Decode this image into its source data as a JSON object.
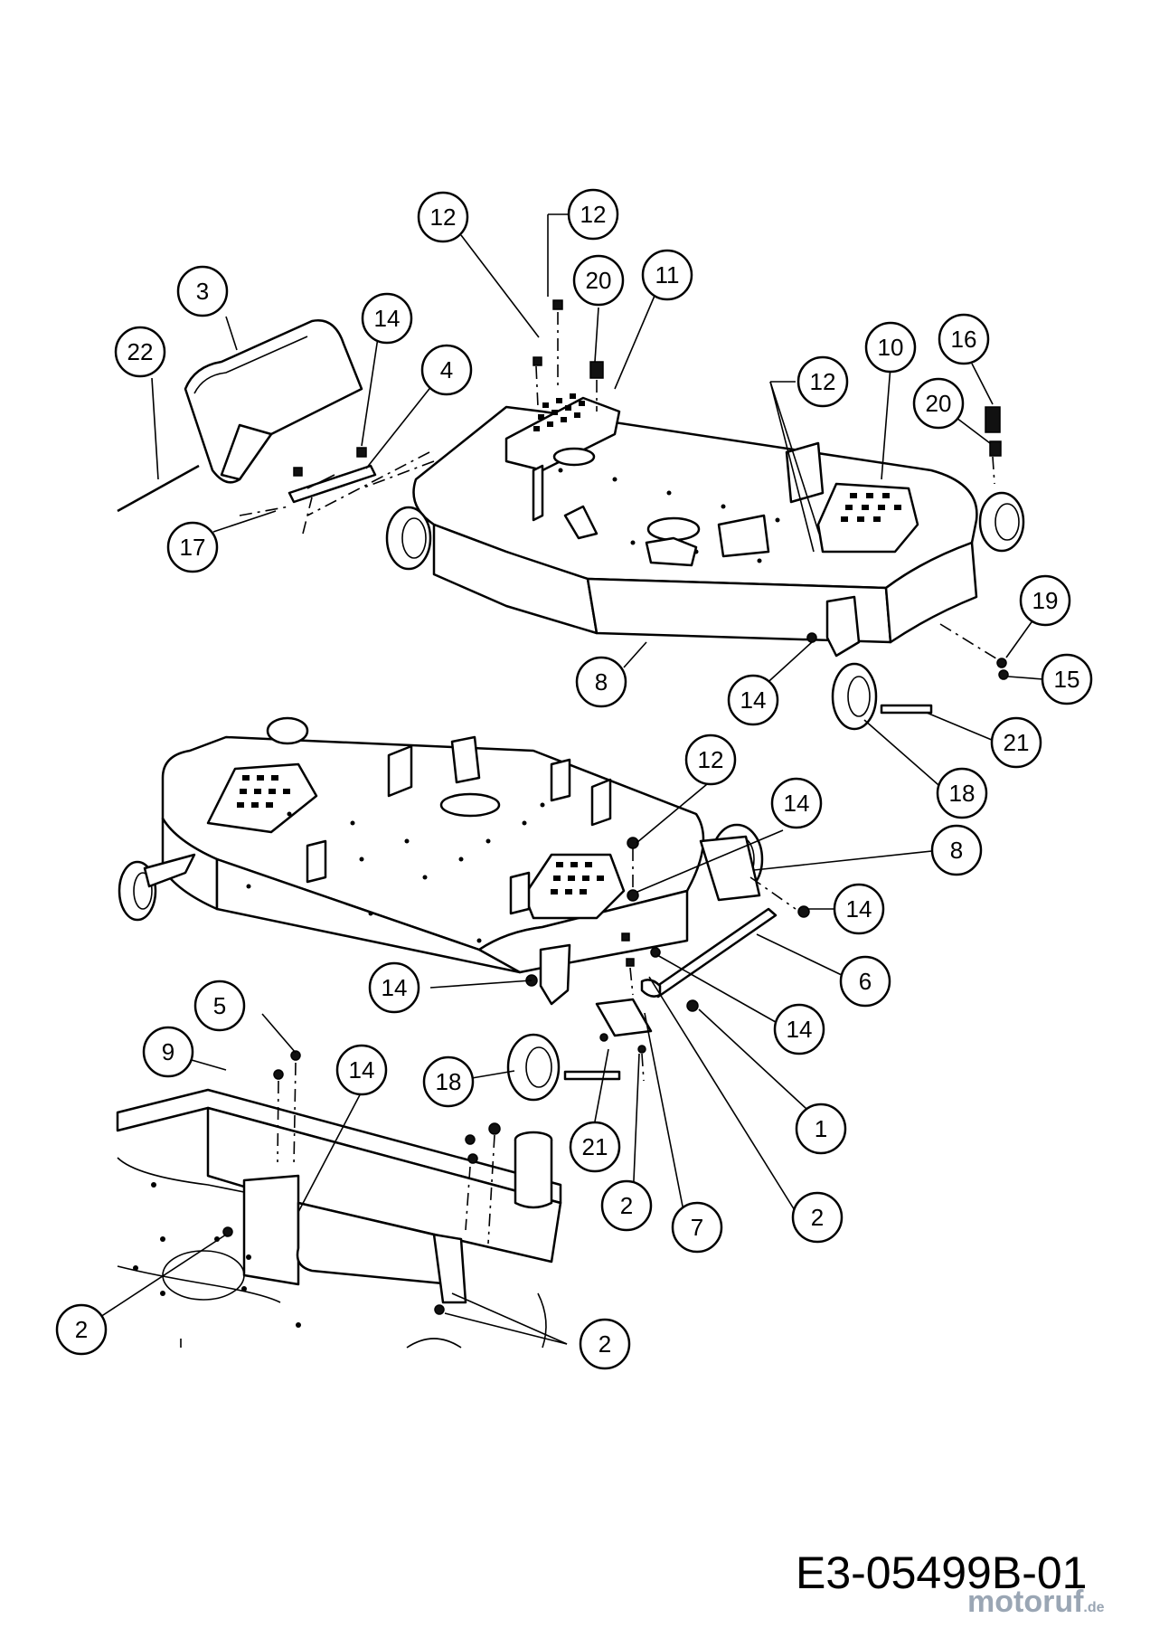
{
  "drawing_code": "E3-05499B-01",
  "watermark": {
    "brand": "motoruf",
    "suffix": ".de"
  },
  "callouts": [
    "12",
    "12",
    "20",
    "11",
    "3",
    "14",
    "22",
    "4",
    "12",
    "10",
    "16",
    "20",
    "17",
    "19",
    "15",
    "8",
    "14",
    "21",
    "18",
    "12",
    "14",
    "8",
    "14",
    "6",
    "14",
    "14",
    "5",
    "9",
    "14",
    "18",
    "21",
    "1",
    "2",
    "2",
    "7",
    "2",
    "2"
  ]
}
